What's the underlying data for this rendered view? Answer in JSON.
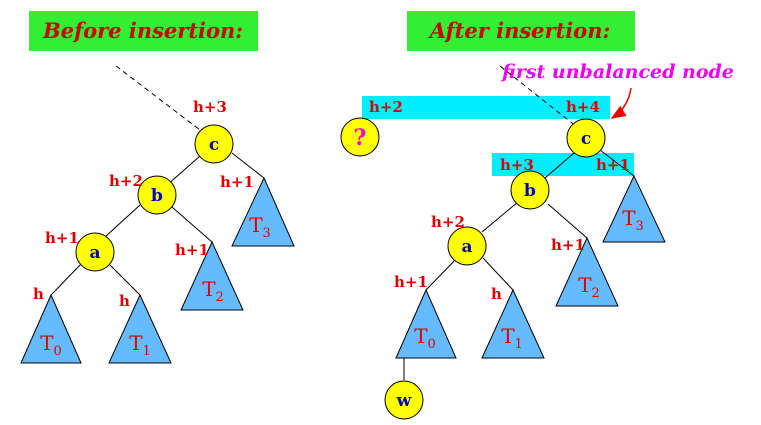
{
  "colors": {
    "banner_fill": "#33ee33",
    "banner_text": "#cc0000",
    "height_label": "#dd0000",
    "node_fill": "#ffff00",
    "node_text": "#0000cc",
    "subtree_fill": "#66bbff",
    "subtree_text": "#dd0000",
    "highlight_fill": "#00eeff",
    "annotation": "#ee00ee",
    "question_mark": "#ee00ee",
    "edge": "#000000"
  },
  "before": {
    "title": "Before insertion:",
    "nodes": {
      "c": {
        "label": "c",
        "height": "h+3"
      },
      "b": {
        "label": "b",
        "height": "h+2"
      },
      "a": {
        "label": "a",
        "height": "h+1"
      }
    },
    "subtrees": {
      "t0": {
        "label": "T",
        "sub": "0",
        "height": "h"
      },
      "t1": {
        "label": "T",
        "sub": "1",
        "height": "h"
      },
      "t2": {
        "label": "T",
        "sub": "2",
        "height": "h+1"
      },
      "t3": {
        "label": "T",
        "sub": "3",
        "height": "h+1"
      }
    }
  },
  "after": {
    "title": "After insertion:",
    "annotation": "first unbalanced node",
    "question": {
      "label": "?",
      "height": "h+2"
    },
    "nodes": {
      "c": {
        "label": "c",
        "height": "h+4"
      },
      "b": {
        "label": "b",
        "height": "h+3"
      },
      "a": {
        "label": "a",
        "height": "h+2"
      },
      "w": {
        "label": "w"
      }
    },
    "subtrees": {
      "t0": {
        "label": "T",
        "sub": "0",
        "height": "h+1"
      },
      "t1": {
        "label": "T",
        "sub": "1",
        "height": "h"
      },
      "t2": {
        "label": "T",
        "sub": "2",
        "height": "h+1"
      },
      "t3": {
        "label": "T",
        "sub": "3",
        "height": "h+1"
      }
    }
  }
}
